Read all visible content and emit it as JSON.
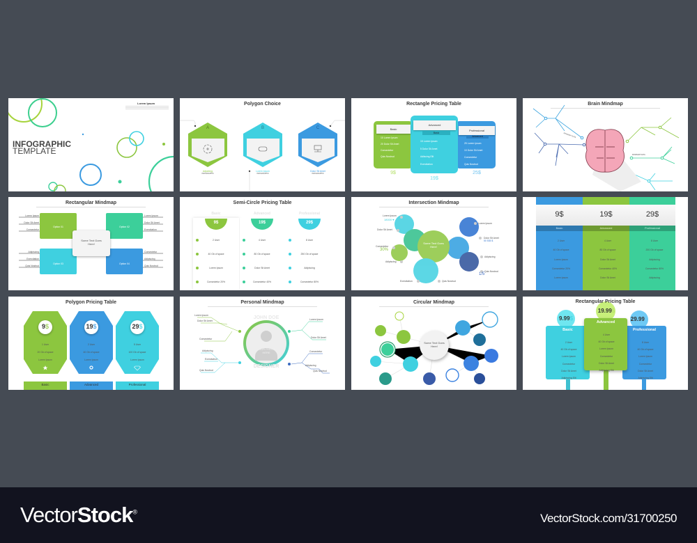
{
  "colors": {
    "background": "#454b54",
    "footer": "#12131f",
    "green": "#8cc63f",
    "cyan": "#3fd0e0",
    "blue": "#3b9ae0",
    "teal": "#3ccf9a",
    "navy": "#3a5ba8"
  },
  "slide1": {
    "heading": "Lorem Ipsum",
    "title_line1": "INFOGRAPHIC",
    "title_line2": "TEMPLATE"
  },
  "slide2": {
    "title": "Polygon Choice",
    "options": [
      {
        "letter": "A",
        "label": "Adjoining",
        "sub": "INFOGRAPHIC",
        "icon": "target-plus-icon"
      },
      {
        "letter": "B",
        "label": "Lorem Ipsum",
        "sub": "INFOGRAPHIC",
        "icon": "gamepad-icon"
      },
      {
        "letter": "C",
        "label": "Dolor Sit Amet",
        "sub": "INFOGRAPHIC",
        "icon": "folder-network-icon"
      }
    ]
  },
  "slide3": {
    "title": "Rectangle Pricing Table",
    "plans": [
      {
        "name": "Basic",
        "price": "9$",
        "items": [
          "10 Lorem Ipsum",
          "20 Dolor Sit Amet",
          "Consectetur",
          "Quis Nostrud"
        ]
      },
      {
        "name": "Advanced",
        "tag": "Basic",
        "price": "19$",
        "items": [
          "15 Lorem Ipsum",
          "5 Dolor Sit Amet",
          "Adiiscing Elit",
          "Exercitation"
        ]
      },
      {
        "name": "Professional",
        "tag": "Advanced",
        "price": "25$",
        "items": [
          "25 Lorem Ipsum",
          "10 Dolor Sit Amet",
          "Consectetur",
          "Quis Nostrud"
        ]
      }
    ]
  },
  "slide4": {
    "title": "Brain Mindmap",
    "branch_label": "MINDMAP DATA"
  },
  "slide5": {
    "title": "Rectangular Mindmap",
    "center": "Some Text Goes Here!",
    "options": [
      "Option 01",
      "Option 02",
      "Option 03",
      "Option 04"
    ],
    "left_top": [
      "Lorem Ipsum",
      "Dolor Sit Amet",
      "Consectetur"
    ],
    "left_bottom": [
      "Adipiscing",
      "Exercitation",
      "Quis Nostrud"
    ],
    "right_top": [
      "Lorem Ipsum",
      "Dolor Sit Amet",
      "Exercitation"
    ],
    "right_bottom": [
      "Consectetur",
      "Adipiscing",
      "Quis Nostrud"
    ]
  },
  "slide6": {
    "title": "Semi-Circle Pricing Table",
    "plans": [
      {
        "name": "Basic",
        "price": "9$",
        "items": [
          "2 User",
          "40 Gb of space",
          "Lorem Ipsum",
          "Consectetur 20%"
        ]
      },
      {
        "name": "Advanced",
        "price": "19$",
        "items": [
          "4 User",
          "80 Gb of space",
          "Dolor Sit Amet",
          "Consectetur 40%"
        ]
      },
      {
        "name": "Professional",
        "price": "29$",
        "items": [
          "8 User",
          "250 Gb of space",
          "Adipiscing",
          "Consectetur 80%"
        ]
      }
    ]
  },
  "slide7": {
    "title": "Intersection Mindmap",
    "center": "Some Text Goes Here!",
    "labels": {
      "l1": "Lorem Ipsum",
      "v1": "18000 ♥",
      "l2": "Dolor Sit Amet",
      "l3": "Consectetur",
      "v3": "30%",
      "l4": "Adipiscing",
      "l5": "Exercitation",
      "l6": "Quis Nostrud",
      "r1": "Lorem Ipsum",
      "r2": "Dolor Sit Amet",
      "v2": "50 535 $",
      "r3": "Adipiscing",
      "r4": "Quis Nostrud",
      "v4": "1/5"
    }
  },
  "slide8": {
    "plans": [
      {
        "name": "Basic",
        "price": "9$",
        "items": [
          "2 User",
          "40 Gb of space",
          "Lorem Ipsum",
          "Consectetur 20%",
          "Lorem Ipsum"
        ]
      },
      {
        "name": "Advanced",
        "price": "19$",
        "items": [
          "4 User",
          "80 Gb of space",
          "Dolor Sit Amet",
          "Consectetur 40%",
          "Dolor Sit Amet"
        ]
      },
      {
        "name": "Professional",
        "price": "29$",
        "items": [
          "8 User",
          "200 Gb of space",
          "Adipiscing",
          "Consectetur 80%",
          "Adipiscing"
        ]
      }
    ]
  },
  "slide9": {
    "title": "Polygon Pricing Table",
    "plans": [
      {
        "name": "Basic",
        "price": "9",
        "currency": "$",
        "items": [
          "1 User",
          "20 Gb of space",
          "Lorem Ipsum"
        ],
        "icon": "star-icon"
      },
      {
        "name": "Advanced",
        "price": "19",
        "currency": "$",
        "items": [
          "2 User",
          "40 Gb of space",
          "Lorem Ipsum"
        ],
        "icon": "ring-icon"
      },
      {
        "name": "Professional",
        "price": "29",
        "currency": "$",
        "items": [
          "5 User",
          "100 Gb of space",
          "Lorem Ipsum"
        ],
        "icon": "diamond-icon"
      }
    ]
  },
  "slide10": {
    "title": "Personal Mindmap",
    "name": "JOHN DOE",
    "photo": "YOUR PHOTO HERE",
    "role": "DESIGNER",
    "left": [
      "Lorem Ipsum",
      "Dolor Sit Amet",
      "Consectetur",
      "Adipiscing",
      "Exercitation",
      "Quis Nostrud"
    ],
    "right": [
      "Lorem Ipsum",
      "Dolor Sit Amet",
      "Consectetur",
      "Adipiscing",
      "Quis Nostrud"
    ]
  },
  "slide11": {
    "title": "Circular Mindmap",
    "center": "Some Text Goes Here!"
  },
  "slide12": {
    "title": "Rectangular Pricing Table",
    "plans": [
      {
        "name": "Basic",
        "price": "9.99",
        "currency": "$",
        "items": [
          "2 User",
          "40 Gb of space",
          "Lorem Ipsum",
          "Consectetur",
          "Dolor Sit Amet",
          "Adipiscing Elit"
        ]
      },
      {
        "name": "Advanced",
        "price": "19.99",
        "currency": "$",
        "items": [
          "4 User",
          "40 Gb of space",
          "Lorem Ipsum",
          "Consectetur",
          "Dolor Sit Amet",
          "Adipiscing Elit"
        ]
      },
      {
        "name": "Professional",
        "price": "29.99",
        "currency": "$",
        "items": [
          "8 User",
          "40 Gb of space",
          "Lorem Ipsum",
          "Consectetur",
          "Dolor Sit Amet",
          "Adipiscing Elit"
        ]
      }
    ]
  },
  "footer": {
    "brand_light": "Vector",
    "brand_bold": "Stock",
    "registered": "®",
    "url": "VectorStock.com/31700250"
  }
}
